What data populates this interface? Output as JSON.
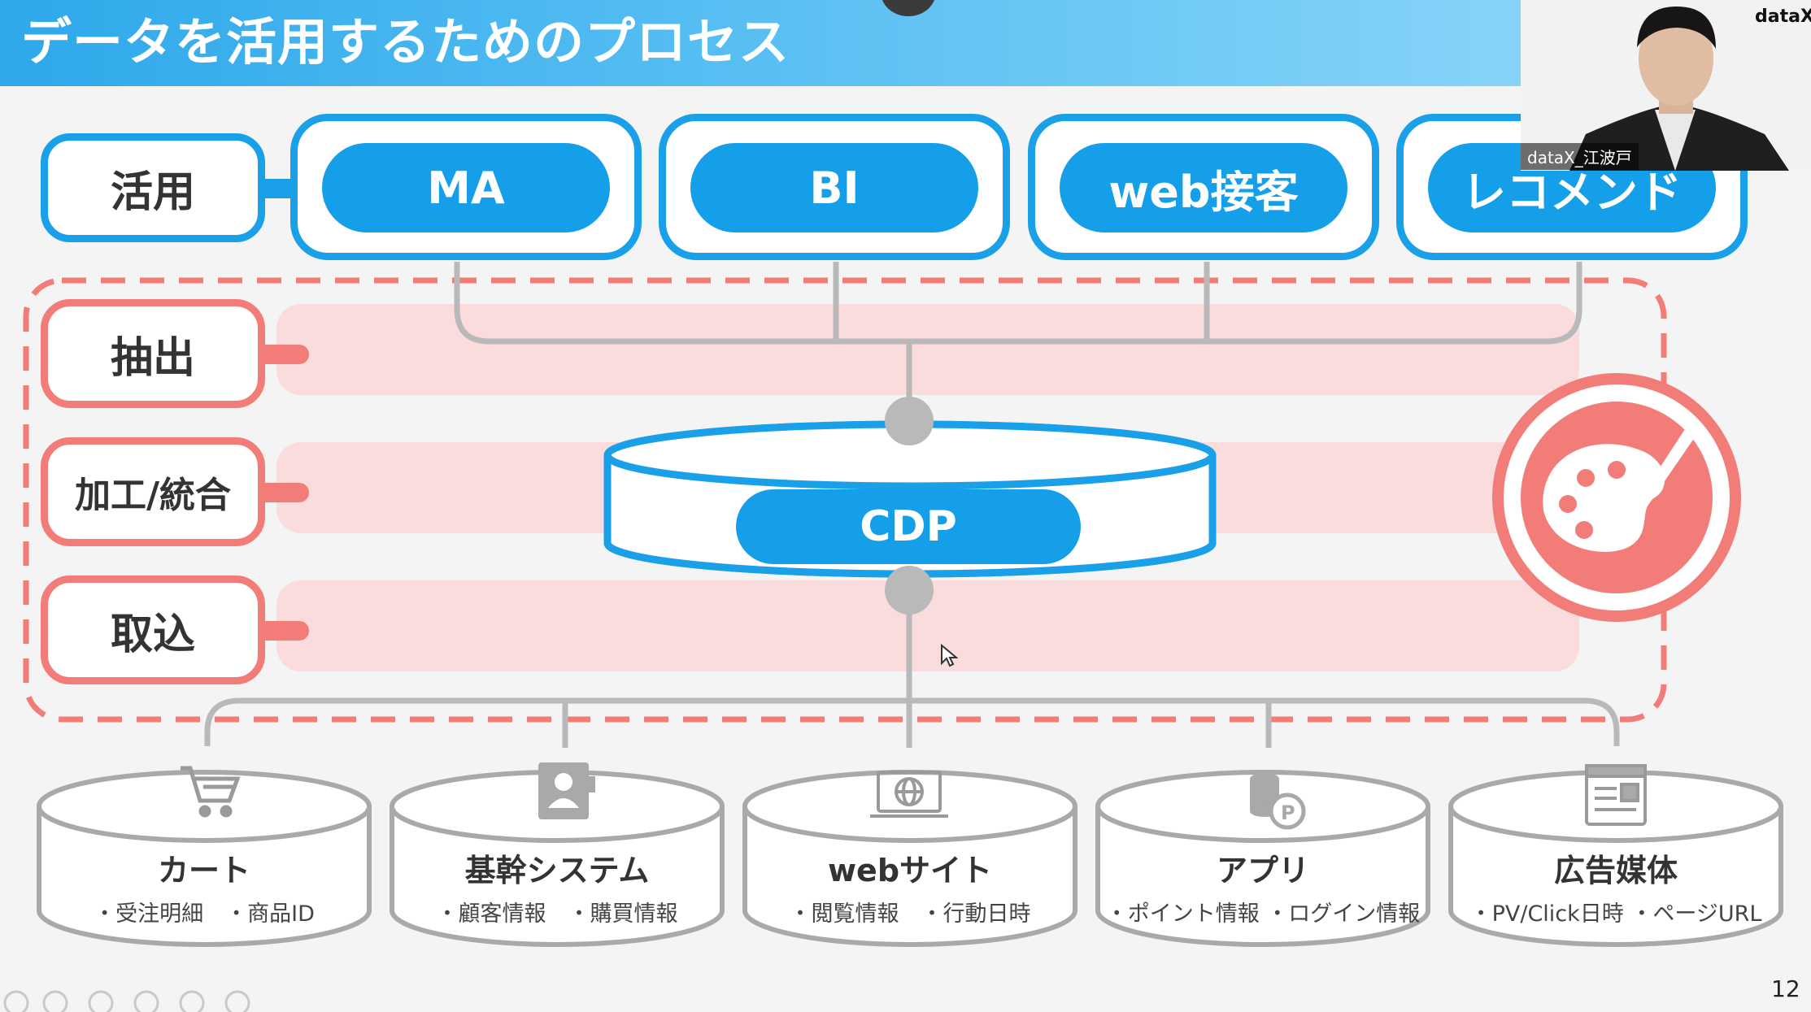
{
  "slide": {
    "title": "データを活用するためのプロセス",
    "page_number": "12"
  },
  "colors": {
    "blue": "#1aa0e8",
    "red": "#f27d78",
    "pink_band": "#fbdcdc",
    "gray_line": "#b9b9b9",
    "gray_db": "#a9a9a9"
  },
  "layers": [
    {
      "label": "活用",
      "color": "blue"
    },
    {
      "label": "抽出",
      "color": "red"
    },
    {
      "label": "加工/統合",
      "color": "red"
    },
    {
      "label": "取込",
      "color": "red"
    }
  ],
  "tools": [
    {
      "label": "MA"
    },
    {
      "label": "BI"
    },
    {
      "label": "web接客"
    },
    {
      "label": "レコメンド"
    }
  ],
  "cdp": {
    "label": "CDP"
  },
  "palette_icon": "palette-brush-icon",
  "sources": [
    {
      "name": "カート",
      "items": "・受注明細　・商品ID",
      "icon": "cart-icon"
    },
    {
      "name": "基幹システム",
      "items": "・顧客情報　・購買情報",
      "icon": "contact-card-icon"
    },
    {
      "name": "webサイト",
      "items": "・閲覧情報　・行動日時",
      "icon": "globe-monitor-icon"
    },
    {
      "name": "アプリ",
      "items": "・ポイント情報 ・ログイン情報",
      "icon": "coins-points-icon"
    },
    {
      "name": "広告媒体",
      "items": "・PV/Click日時 ・ページURL",
      "icon": "browser-ad-icon"
    }
  ],
  "webcam": {
    "name_tag": "dataX_江波戸",
    "brand": "dataX"
  }
}
